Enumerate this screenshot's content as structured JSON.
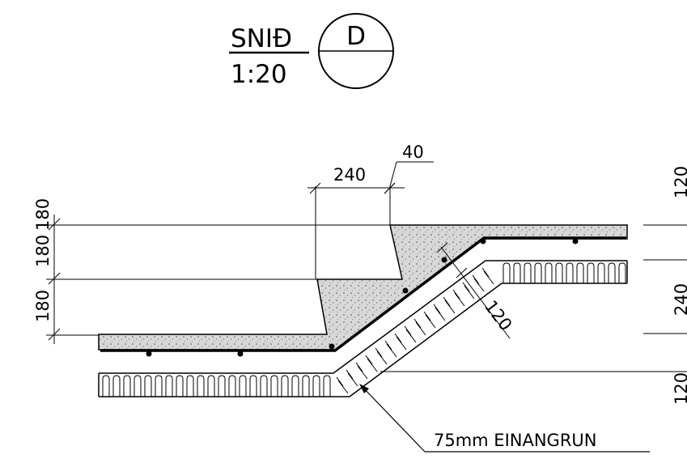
{
  "title": {
    "section_label": "SNIÐ",
    "scale": "1:20",
    "section_id": "D"
  },
  "dimensions": {
    "top_width": "240",
    "top_offset": "40",
    "left_upper": "180",
    "left_middle": "180",
    "left_lower": "180",
    "slab_diagonal": "120",
    "right_top": "120",
    "right_middle": "240",
    "right_bottom": "120"
  },
  "callouts": {
    "insulation": "75mm  EINANGRUN"
  },
  "colors": {
    "line": "#000000",
    "concrete_fill": "#d6d6d6",
    "background": "#ffffff"
  }
}
